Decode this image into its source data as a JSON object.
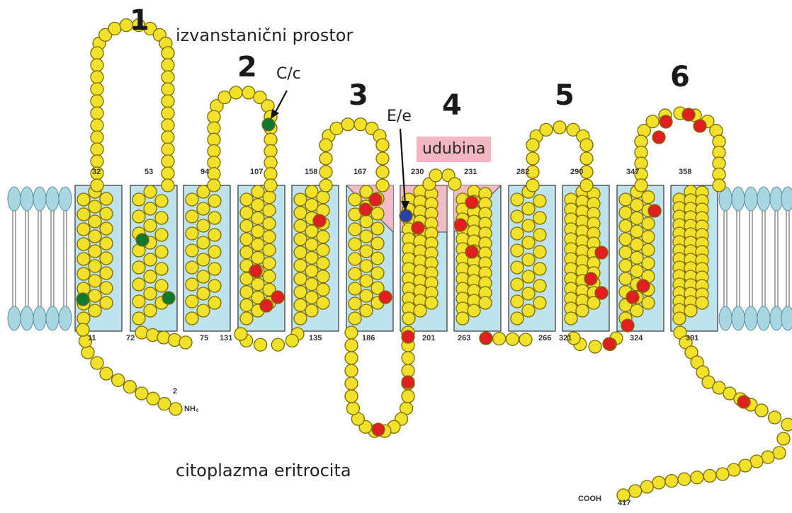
{
  "labels": {
    "extracellular": "izvanstanični prostor",
    "cytoplasm": "citoplazma eritrocita",
    "pit": "udubina",
    "antigen_c": "C/c",
    "antigen_e": "E/e",
    "n_terminus": "NH₂",
    "c_terminus": "COOH"
  },
  "loop_numbers": [
    "1",
    "2",
    "3",
    "4",
    "5",
    "6"
  ],
  "residue_labels": {
    "top": [
      "32",
      "53",
      "94",
      "107",
      "158",
      "167",
      "230",
      "231",
      "282",
      "290",
      "347",
      "358"
    ],
    "bottom": [
      "11",
      "72",
      "75",
      "131",
      "135",
      "186",
      "201",
      "263",
      "266",
      "321",
      "324",
      "391"
    ],
    "n_start": "2",
    "c_end": "417"
  },
  "colors": {
    "residue": "#f2e12a",
    "residue_outline": "#7a6a00",
    "highlight_red": "#e02020",
    "highlight_green": "#0f7a2e",
    "highlight_blue": "#2c3ea8",
    "helix_box": "#bfe3ec",
    "lipid": "#a8d6e2",
    "pit_fill": "#f4b6c0"
  }
}
